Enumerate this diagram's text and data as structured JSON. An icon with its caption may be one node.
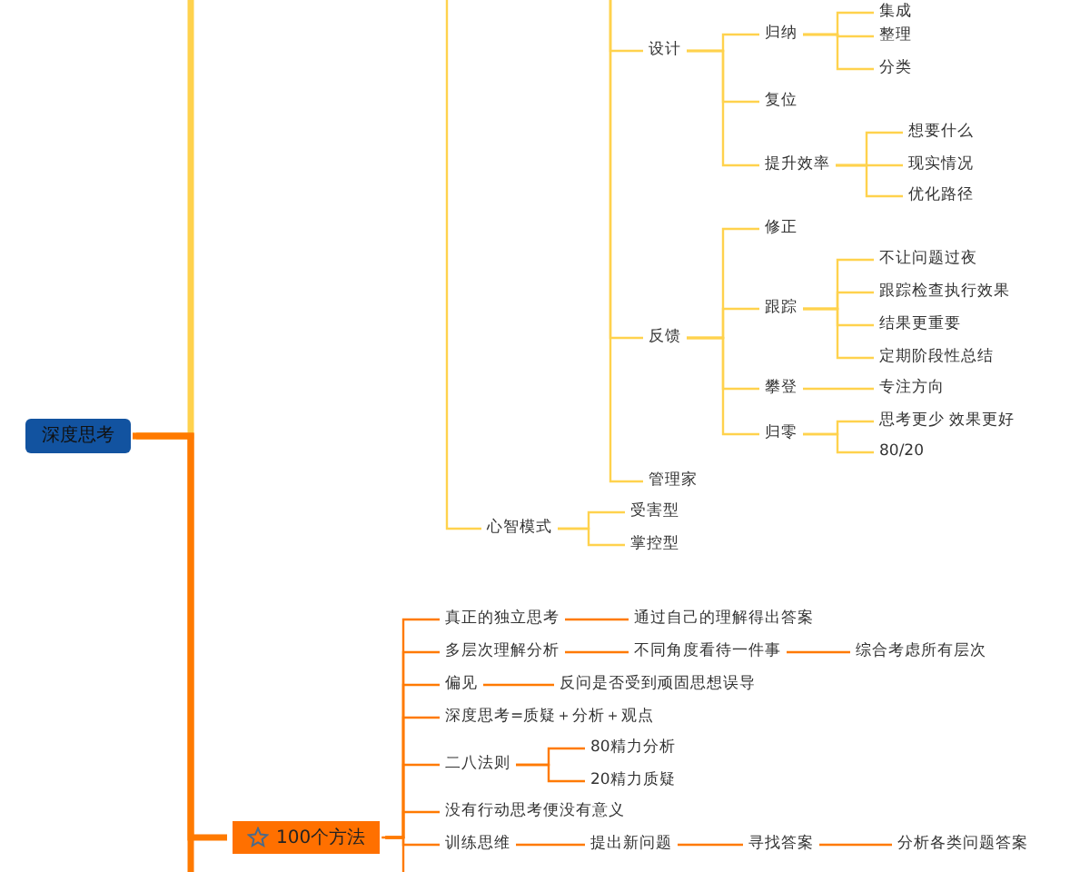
{
  "diagram": {
    "nodes": [
      {
        "text": [
          "深度思考"
        ]
      },
      {
        "text": [
          "设计"
        ]
      },
      {
        "text": [
          "归纳"
        ]
      },
      {
        "text": [
          "集成"
        ]
      },
      {
        "text": [
          "整理"
        ]
      },
      {
        "text": [
          "分类"
        ]
      },
      {
        "text": [
          "复位"
        ]
      },
      {
        "text": [
          "提升效率"
        ]
      },
      {
        "text": [
          "想要什么"
        ]
      },
      {
        "text": [
          "现实情况"
        ]
      },
      {
        "text": [
          "优化路径"
        ]
      },
      {
        "text": [
          "反馈"
        ]
      },
      {
        "text": [
          "修正"
        ]
      },
      {
        "text": [
          "跟踪"
        ]
      },
      {
        "text": [
          "不让问题过夜"
        ]
      },
      {
        "text": [
          "跟踪检查执行效果"
        ]
      },
      {
        "text": [
          "结果更重要"
        ]
      },
      {
        "text": [
          "定期阶段性总结"
        ]
      },
      {
        "text": [
          "攀登"
        ]
      },
      {
        "text": [
          "专注方向"
        ]
      },
      {
        "text": [
          "归零"
        ]
      },
      {
        "text": [
          "思考更少 效果更好"
        ]
      },
      {
        "text": [
          "80/20"
        ]
      },
      {
        "text": [
          "管理家"
        ]
      },
      {
        "text": [
          "心智模式"
        ]
      },
      {
        "text": [
          "受害型"
        ]
      },
      {
        "text": [
          "掌控型"
        ]
      },
      {
        "text": [
          "100个方法"
        ]
      },
      {
        "text": [
          "真正的独立思考"
        ]
      },
      {
        "text": [
          "通过自己的理解得出答案"
        ]
      },
      {
        "text": [
          "多层次理解分析"
        ]
      },
      {
        "text": [
          "不同角度看待一件事"
        ]
      },
      {
        "text": [
          "综合考虑所有层次"
        ]
      },
      {
        "text": [
          "偏见"
        ]
      },
      {
        "text": [
          "反问是否受到顽固思想误导"
        ]
      },
      {
        "text": [
          "深度思考=质疑＋分析＋观点"
        ]
      },
      {
        "text": [
          "二八法则"
        ]
      },
      {
        "text": [
          "80精力分析"
        ]
      },
      {
        "text": [
          "20精力质疑"
        ]
      },
      {
        "text": [
          "没有行动思考便没有意义"
        ]
      },
      {
        "text": [
          "训练思维"
        ]
      },
      {
        "text": [
          "提出新问题"
        ]
      },
      {
        "text": [
          "寻找答案"
        ]
      },
      {
        "text": [
          "分析各类问题答案"
        ]
      }
    ],
    "edges": [
      {
        "from": 0,
        "to": null,
        "arrow": "none",
        "style": "thick"
      },
      {
        "from": 0,
        "to": 27,
        "arrow": "none",
        "style": "thick",
        "color": "#ff7a00"
      },
      {
        "from": 0,
        "to": null,
        "arrow": "none",
        "style": "thick",
        "color": "#ff7a00"
      },
      {
        "from": null,
        "to": 1,
        "arrow": "none"
      },
      {
        "from": null,
        "to": 11,
        "arrow": "none"
      },
      {
        "from": null,
        "to": 23,
        "arrow": "none"
      },
      {
        "from": null,
        "to": 24,
        "arrow": "none"
      },
      {
        "from": 1,
        "to": 2,
        "arrow": "none"
      },
      {
        "from": 1,
        "to": 6,
        "arrow": "none"
      },
      {
        "from": 1,
        "to": 7,
        "arrow": "none"
      },
      {
        "from": 2,
        "to": 3,
        "arrow": "none"
      },
      {
        "from": 2,
        "to": 4,
        "arrow": "none"
      },
      {
        "from": 2,
        "to": 5,
        "arrow": "none"
      },
      {
        "from": 7,
        "to": 8,
        "arrow": "none"
      },
      {
        "from": 7,
        "to": 9,
        "arrow": "none"
      },
      {
        "from": 7,
        "to": 10,
        "arrow": "none"
      },
      {
        "from": 11,
        "to": 12,
        "arrow": "none"
      },
      {
        "from": 11,
        "to": 13,
        "arrow": "none"
      },
      {
        "from": 11,
        "to": 18,
        "arrow": "none"
      },
      {
        "from": 11,
        "to": 20,
        "arrow": "none"
      },
      {
        "from": 13,
        "to": 14,
        "arrow": "none"
      },
      {
        "from": 13,
        "to": 15,
        "arrow": "none"
      },
      {
        "from": 13,
        "to": 16,
        "arrow": "none"
      },
      {
        "from": 13,
        "to": 17,
        "arrow": "none"
      },
      {
        "from": 18,
        "to": 19,
        "arrow": "none"
      },
      {
        "from": 20,
        "to": 21,
        "arrow": "none"
      },
      {
        "from": 20,
        "to": 22,
        "arrow": "none"
      },
      {
        "from": 24,
        "to": 25,
        "arrow": "none"
      },
      {
        "from": 24,
        "to": 26,
        "arrow": "none"
      },
      {
        "from": 27,
        "to": 28,
        "arrow": "none",
        "color": "#ff7a00"
      },
      {
        "from": 27,
        "to": 30,
        "arrow": "none",
        "color": "#ff7a00"
      },
      {
        "from": 27,
        "to": 33,
        "arrow": "none",
        "color": "#ff7a00"
      },
      {
        "from": 27,
        "to": 35,
        "arrow": "none",
        "color": "#ff7a00"
      },
      {
        "from": 27,
        "to": 36,
        "arrow": "none",
        "color": "#ff7a00"
      },
      {
        "from": 27,
        "to": 39,
        "arrow": "none",
        "color": "#ff7a00"
      },
      {
        "from": 27,
        "to": 40,
        "arrow": "none",
        "color": "#ff7a00"
      },
      {
        "from": 27,
        "to": null,
        "arrow": "none",
        "color": "#ff7a00"
      },
      {
        "from": 28,
        "to": 29,
        "arrow": "none",
        "color": "#ff7a00"
      },
      {
        "from": 30,
        "to": 31,
        "arrow": "none",
        "color": "#ff7a00"
      },
      {
        "from": 31,
        "to": 32,
        "arrow": "none",
        "color": "#ff7a00"
      },
      {
        "from": 33,
        "to": 34,
        "arrow": "none",
        "color": "#ff7a00"
      },
      {
        "from": 36,
        "to": 37,
        "arrow": "none",
        "color": "#ff7a00"
      },
      {
        "from": 36,
        "to": 38,
        "arrow": "none",
        "color": "#ff7a00"
      },
      {
        "from": 40,
        "to": 41,
        "arrow": "none",
        "color": "#ff7a00"
      },
      {
        "from": 41,
        "to": 42,
        "arrow": "none",
        "color": "#ff7a00"
      },
      {
        "from": 42,
        "to": 43,
        "arrow": "none",
        "color": "#ff7a00"
      }
    ]
  }
}
